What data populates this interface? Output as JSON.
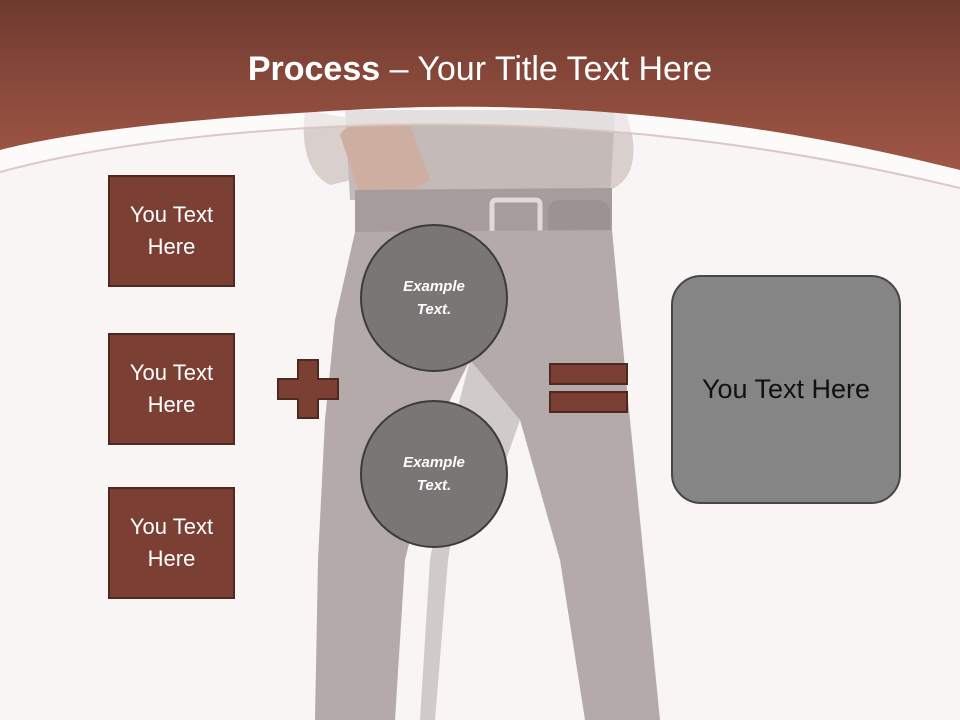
{
  "title": {
    "bold": "Process",
    "rest": " – Your Title Text Here"
  },
  "left_boxes": [
    {
      "label": "You Text Here"
    },
    {
      "label": "You Text Here"
    },
    {
      "label": "You Text Here"
    }
  ],
  "circles": [
    {
      "label": "Example Text."
    },
    {
      "label": "Example Text."
    }
  ],
  "result_box": {
    "label": "You Text Here"
  },
  "icons": {
    "plus": "plus-icon",
    "equals": "equals-icon"
  },
  "colors": {
    "header_brown": "#8e4c3d",
    "box_brown": "#7b3f33",
    "circle_gray": "#797675",
    "result_gray": "#858585",
    "background": "#f8f5f4"
  }
}
